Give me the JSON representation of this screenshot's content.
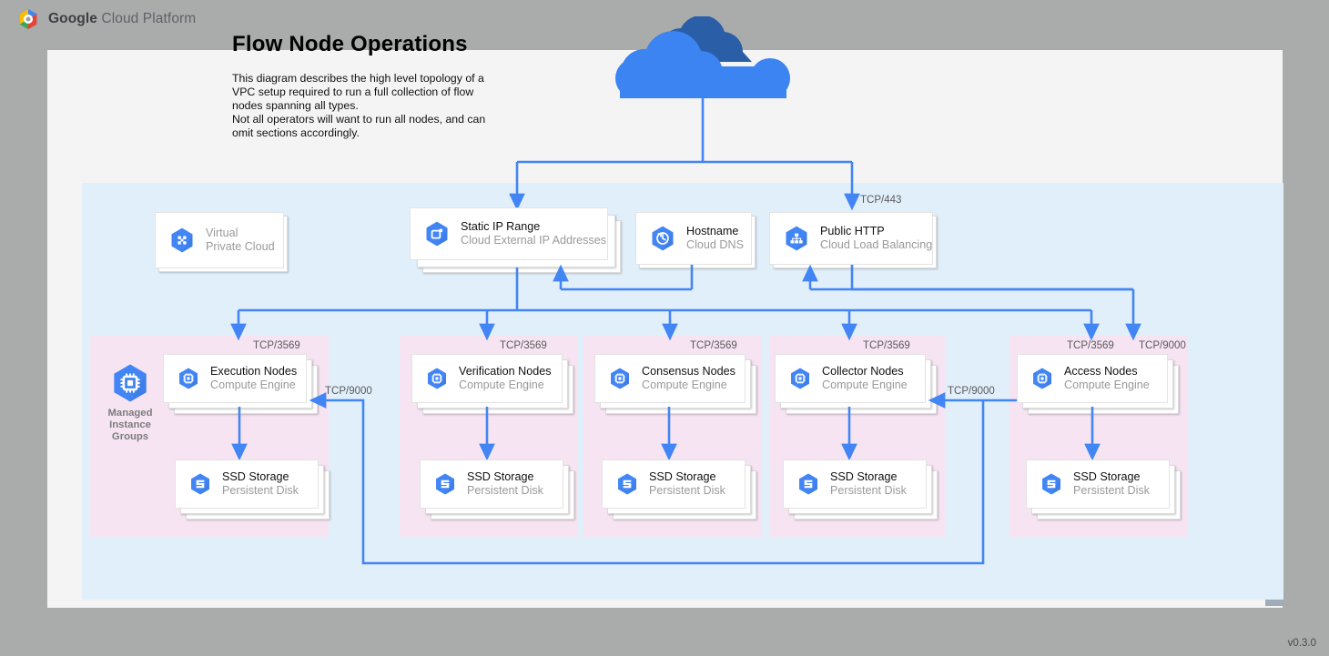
{
  "brand": {
    "bold": "Google",
    "rest": " Cloud Platform",
    "logo_icon": "gcp-hexagon-logo"
  },
  "header": {
    "title": "Flow Node Operations",
    "description_line1": "This diagram describes the high level topology of a VPC setup required to run a full collection of flow nodes spanning all types.",
    "description_line2": "Not all operators will want to run all nodes, and can omit sections accordingly."
  },
  "version": "v0.3.0",
  "colors": {
    "page_background": "#aaabab",
    "canvas": "#f4f4f4",
    "vpc_region": "#e1effb",
    "node_group": "#f6e4f3",
    "connector": "#4285f4",
    "icon_blue": "#4285f4",
    "cloud_front": "#3b84f2",
    "cloud_back": "#2a5fa8"
  },
  "internet": {
    "icon": "cloud-icon",
    "label": ""
  },
  "top_row": [
    {
      "title": "Virtual",
      "subtitle": "Private Cloud",
      "icon": "virtual-private-cloud-icon",
      "muted": true,
      "stacked": false
    },
    {
      "title": "Static IP Range",
      "subtitle": "Cloud External IP Addresses",
      "icon": "static-ip-icon",
      "muted": false,
      "stacked": true
    },
    {
      "title": "Hostname",
      "subtitle": "Cloud DNS",
      "icon": "cloud-dns-icon",
      "muted": false,
      "stacked": false
    },
    {
      "title": "Public HTTP",
      "subtitle": "Cloud Load Balancing",
      "icon": "cloud-load-balancing-icon",
      "muted": false,
      "stacked": false
    }
  ],
  "managed_instance_groups": {
    "icon": "compute-engine-icon",
    "caption_line1": "Managed",
    "caption_line2": "Instance",
    "caption_line3": "Groups"
  },
  "node_groups": [
    {
      "id": "execution",
      "node": {
        "title": "Execution Nodes",
        "subtitle": "Compute Engine",
        "icon": "compute-engine-icon"
      },
      "storage": {
        "title": "SSD Storage",
        "subtitle": "Persistent Disk",
        "icon": "persistent-disk-icon"
      },
      "inbound_port_label": "TCP/3569",
      "side_port_label": "TCP/9000",
      "has_mig_badge": true
    },
    {
      "id": "verification",
      "node": {
        "title": "Verification Nodes",
        "subtitle": "Compute Engine",
        "icon": "compute-engine-icon"
      },
      "storage": {
        "title": "SSD Storage",
        "subtitle": "Persistent Disk",
        "icon": "persistent-disk-icon"
      },
      "inbound_port_label": "TCP/3569",
      "side_port_label": "",
      "has_mig_badge": false
    },
    {
      "id": "consensus",
      "node": {
        "title": "Consensus Nodes",
        "subtitle": "Compute Engine",
        "icon": "compute-engine-icon"
      },
      "storage": {
        "title": "SSD Storage",
        "subtitle": "Persistent Disk",
        "icon": "persistent-disk-icon"
      },
      "inbound_port_label": "TCP/3569",
      "side_port_label": "",
      "has_mig_badge": false
    },
    {
      "id": "collector",
      "node": {
        "title": "Collector Nodes",
        "subtitle": "Compute Engine",
        "icon": "compute-engine-icon"
      },
      "storage": {
        "title": "SSD Storage",
        "subtitle": "Persistent Disk",
        "icon": "persistent-disk-icon"
      },
      "inbound_port_label": "TCP/3569",
      "side_port_label": "TCP/9000",
      "has_mig_badge": false
    },
    {
      "id": "access",
      "node": {
        "title": "Access Nodes",
        "subtitle": "Compute Engine",
        "icon": "compute-engine-icon"
      },
      "storage": {
        "title": "SSD Storage",
        "subtitle": "Persistent Disk",
        "icon": "persistent-disk-icon"
      },
      "inbound_port_label": "TCP/3569",
      "second_inbound_port_label": "TCP/9000",
      "has_mig_badge": false
    }
  ],
  "connector_labels": {
    "internet_to_lb": "TCP/443",
    "access_to_collector": "TCP/9000",
    "access_to_execution": "TCP/9000"
  }
}
